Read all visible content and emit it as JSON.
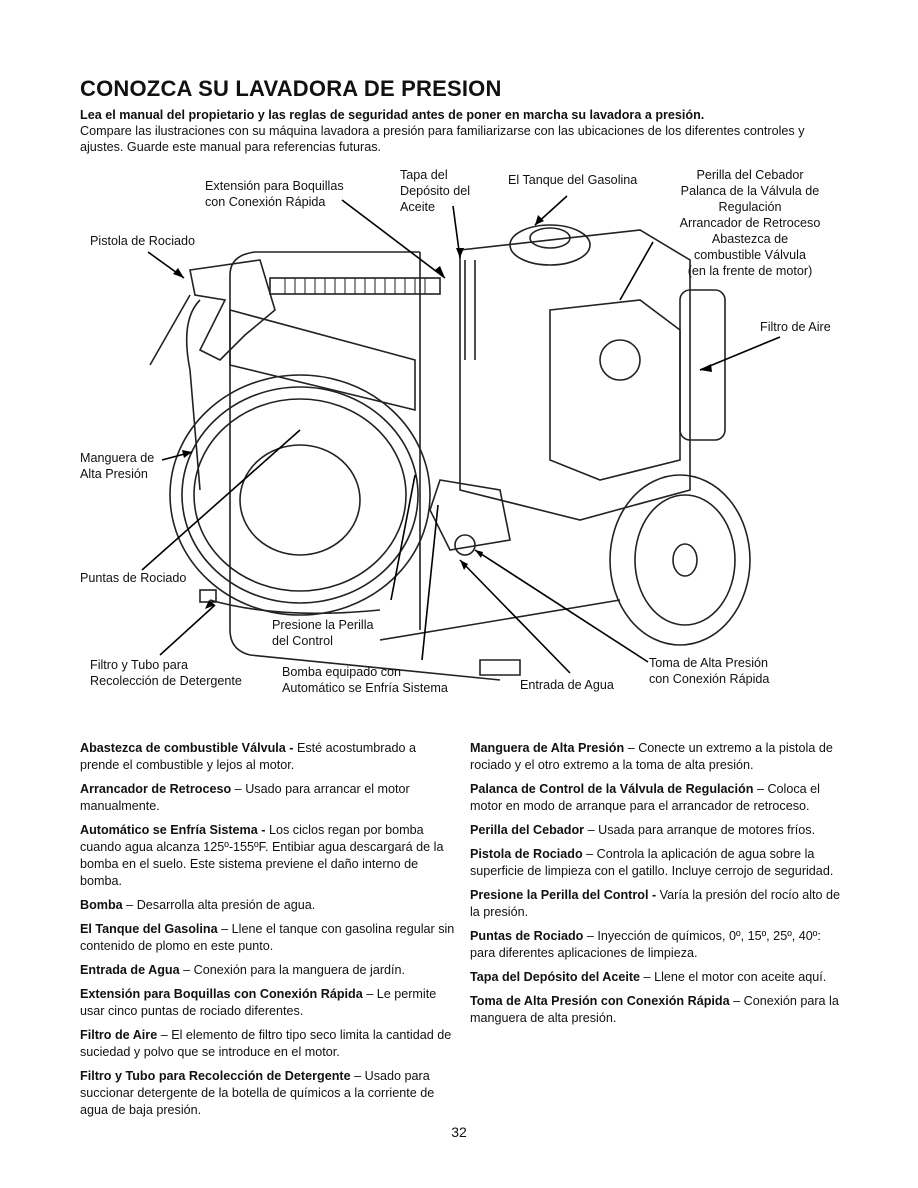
{
  "title": "CONOZCA SU LAVADORA DE PRESION",
  "intro": {
    "bold_line": "Lea el manual del propietario y las reglas de seguridad antes de poner en marcha su lavadora a presión.",
    "text": "Compare las ilustraciones con su máquina lavadora a presión para familiarizarse con las ubicaciones de los diferentes controles y ajustes. Guarde este manual para referencias futuras."
  },
  "diagram_labels": {
    "extension_l1": "Extensión para Boquillas",
    "extension_l2": "con Conexión Rápida",
    "tapa_l1": "Tapa del",
    "tapa_l2": "Depósito del",
    "tapa_l3": "Aceite",
    "tanque": "El Tanque del Gasolina",
    "perilla_cebador": "Perilla del Cebador",
    "palanca_l1": "Palanca de la Válvula de",
    "palanca_l2": "Regulación",
    "arrancador": "Arrancador de Retroceso",
    "abastezca_l1": "Abastezca de",
    "abastezca_l2": "combustible Válvula",
    "abastezca_l3": "(en la frente de motor)",
    "pistola": "Pistola de Rociado",
    "filtro_aire": "Filtro de Aire",
    "manguera_l1": "Manguera de",
    "manguera_l2": "Alta Presión",
    "puntas": "Puntas de Rociado",
    "presione_l1": "Presione la Perilla",
    "presione_l2": "del Control",
    "filtro_tubo_l1": "Filtro y Tubo para",
    "filtro_tubo_l2": "Recolección de Detergente",
    "bomba_l1": "Bomba equipado con",
    "bomba_l2": "Automático se Enfría Sistema",
    "entrada": "Entrada de Agua",
    "toma_l1": "Toma de Alta Presión",
    "toma_l2": "con Conexión Rápida"
  },
  "definitions_left": [
    {
      "term": "Abastezca de combustible Válvula -",
      "text": " Esté acostumbrado a prende el combustible y lejos al motor."
    },
    {
      "term": "Arrancador de Retroceso",
      "text": " – Usado para arrancar el motor manualmente."
    },
    {
      "term": "Automático se Enfría Sistema -",
      "text": " Los ciclos regan por bomba cuando agua alcanza 125º-155ºF. Entibiar agua descargará de la bomba en el suelo. Este sistema previene el daño interno de bomba."
    },
    {
      "term": "Bomba",
      "text": " – Desarrolla alta presión de agua."
    },
    {
      "term": "El Tanque del Gasolina",
      "text": " – Llene el tanque con gasolina regular sin contenido de plomo en este punto."
    },
    {
      "term": "Entrada de Agua",
      "text": " – Conexión para la manguera de jardín."
    },
    {
      "term": "Extensión para Boquillas con Conexión Rápida",
      "text": " – Le permite usar cinco puntas de rociado diferentes."
    },
    {
      "term": "Filtro de Aire",
      "text": " – El elemento de filtro tipo seco limita la cantidad de suciedad y polvo que se introduce en el motor."
    },
    {
      "term": "Filtro y Tubo para Recolección de Detergente",
      "text": " – Usado para succionar detergente de la botella de químicos a la corriente de agua de baja presión."
    }
  ],
  "definitions_right": [
    {
      "term": "Manguera de Alta Presión",
      "text": " – Conecte un extremo a la pistola de rociado y el otro extremo a la toma de alta presión."
    },
    {
      "term": "Palanca de Control de la Válvula de Regulación",
      "text": " – Coloca el motor en modo de arranque para el arrancador de retroceso."
    },
    {
      "term": "Perilla del Cebador",
      "text": " – Usada para arranque de motores fríos."
    },
    {
      "term": "Pistola de Rociado",
      "text": " – Controla la aplicación de agua sobre la superficie de limpieza con el gatillo. Incluye cerrojo de seguridad."
    },
    {
      "term": "Presione la Perilla del Control -",
      "text": " Varía la presión del rocío alto de la presión."
    },
    {
      "term": "Puntas de Rociado",
      "text": " – Inyección de químicos, 0º, 15º, 25º, 40º: para diferentes aplicaciones de limpieza."
    },
    {
      "term": "Tapa del Depósito del Aceite",
      "text": " – Llene el motor con aceite aquí."
    },
    {
      "term": "Toma de Alta Presión con Conexión Rápida",
      "text": " – Conexión para la manguera de alta presión."
    }
  ],
  "page_number": "32"
}
